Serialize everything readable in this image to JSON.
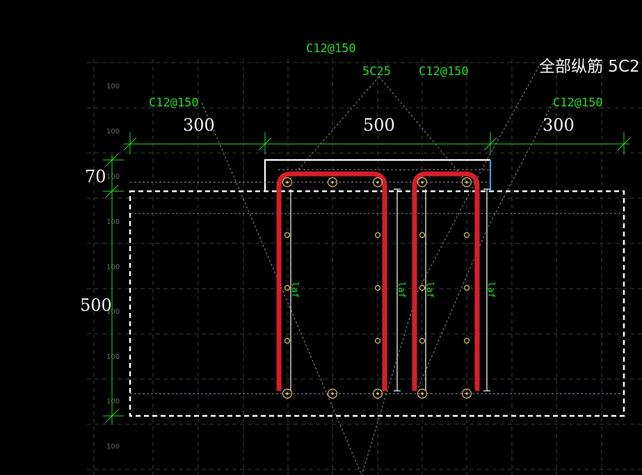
{
  "labels": {
    "stirrup_top": "C12@150",
    "stirrup_left": "C12@150",
    "stirrup_right": "C12@150",
    "stirrup_mid": "C12@150",
    "bars_top": "5C25",
    "all_longitudinal": "全部纵筋 5C2"
  },
  "dimensions": {
    "left_width": "300",
    "mid_width": "500",
    "right_width": "300",
    "top_height": "70",
    "web_height": "500"
  },
  "grid_tick_label": "100",
  "anchorage_label": "laf",
  "colors": {
    "background": "#000000",
    "annotation_green": "#22dd22",
    "dimension_white": "#f2f2f2",
    "rebar_red": "#d4202a",
    "bar_yellow": "#e0c060",
    "edge_blue": "#3aa0e0",
    "grid_gray": "#3c3c3c"
  }
}
